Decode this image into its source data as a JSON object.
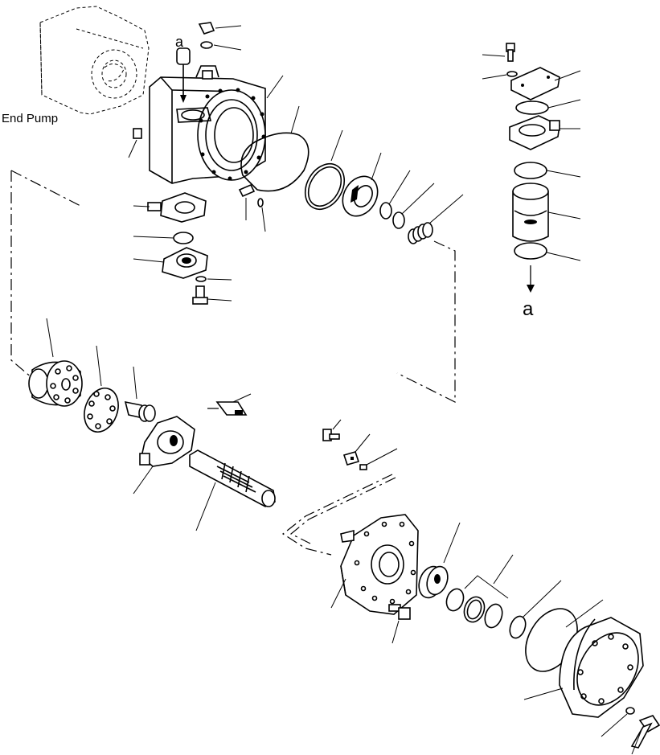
{
  "labels": {
    "end_pump": "End Pump",
    "ref_top": "a",
    "ref_bottom": "a"
  }
}
